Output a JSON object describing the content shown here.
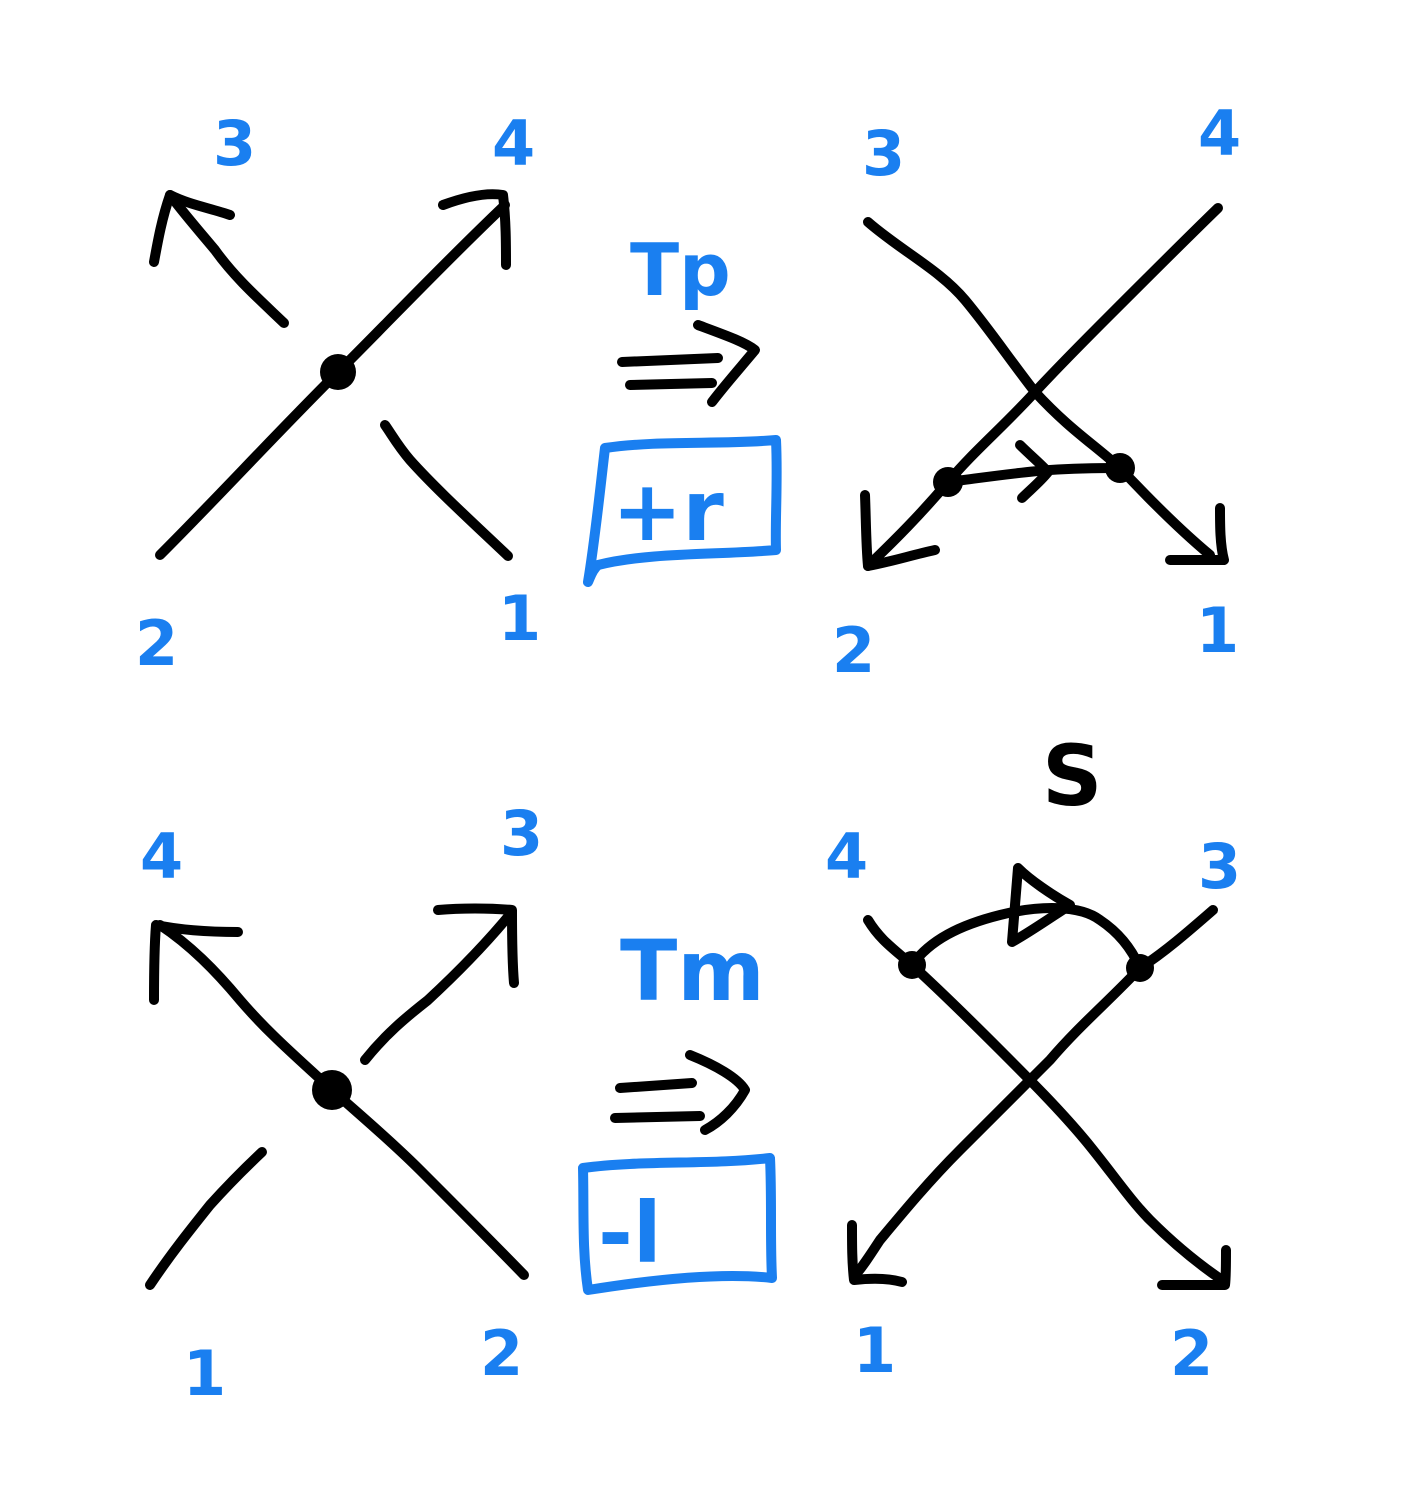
{
  "colors": {
    "ink": "#000000",
    "labels": "#1a7ff0"
  },
  "top": {
    "left_diagram": {
      "labels": {
        "tl": "3",
        "tr": "4",
        "bl": "2",
        "br": "1"
      }
    },
    "operator": {
      "name": "Tp",
      "arrow": "⇒",
      "box_text": "+r"
    },
    "right_diagram": {
      "labels": {
        "tl": "3",
        "tr": "4",
        "bl": "2",
        "br": "1"
      }
    }
  },
  "bottom": {
    "left_diagram": {
      "labels": {
        "tl": "4",
        "tr": "3",
        "bl": "1",
        "br": "2"
      }
    },
    "operator": {
      "name": "Tm",
      "arrow": "⇒",
      "box_text": "-l"
    },
    "right_diagram": {
      "labels": {
        "tl": "4",
        "tr": "3",
        "bl": "1",
        "br": "2"
      },
      "arc_label": "S"
    }
  }
}
